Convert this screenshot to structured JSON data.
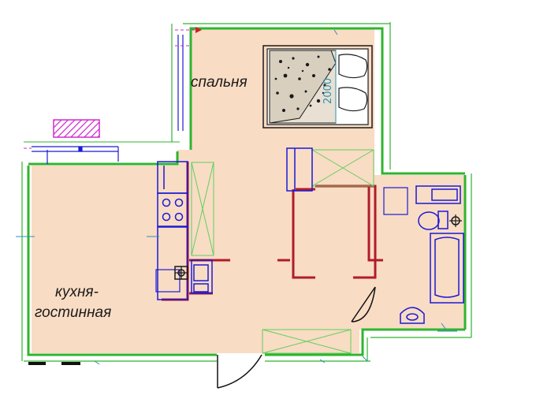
{
  "rooms": {
    "bedroom": {
      "label": "спальня"
    },
    "living_kitchen": {
      "line1": "кухня-",
      "line2": "гостинная"
    }
  },
  "bed": {
    "size_label": "2000"
  },
  "colors": {
    "floor": "#f9dcc4",
    "outer_wall": "#2fb52f",
    "partition": "#b01c2c",
    "furniture": "#1a1ad6",
    "hatch": "#d02ad0",
    "dimension": "#2f8fb0",
    "door_line": "#111111"
  }
}
